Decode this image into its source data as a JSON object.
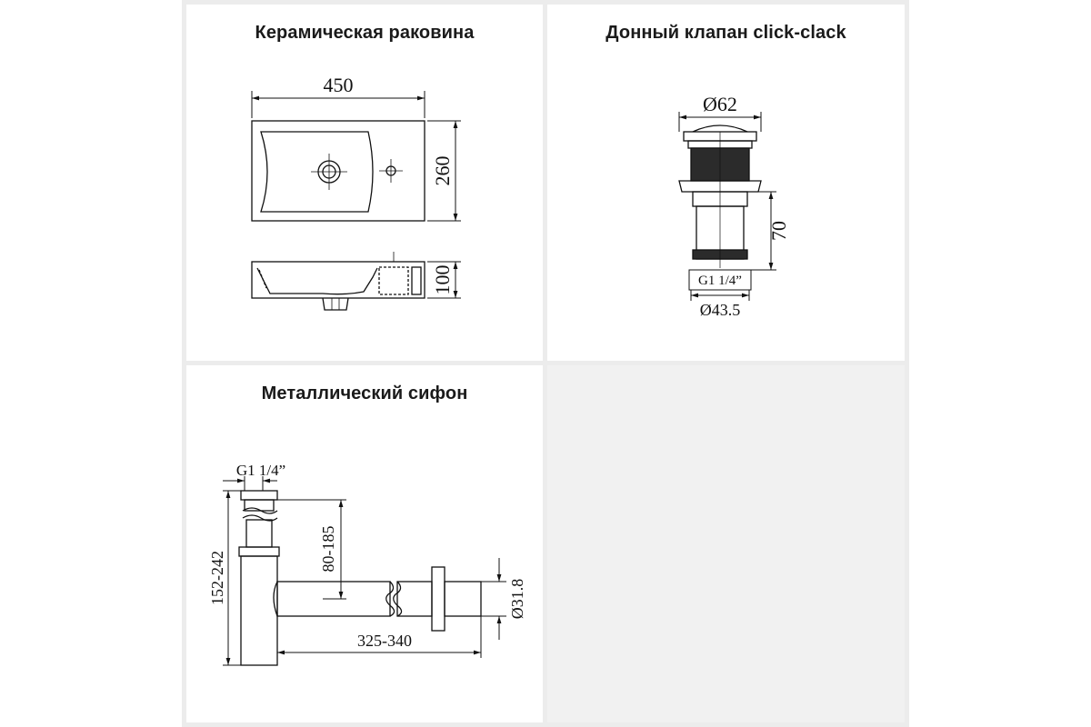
{
  "panels": {
    "sink": {
      "title": "Керамическая раковина",
      "dim_width": "450",
      "dim_depth": "260",
      "dim_height": "100"
    },
    "valve": {
      "title": "Донный клапан click-clack",
      "dim_cap": "Ø62",
      "dim_height": "70",
      "dim_thread": "G1 1/4”",
      "dim_base": "Ø43.5"
    },
    "siphon": {
      "title": "Металлический сифон",
      "dim_thread": "G1 1/4”",
      "dim_height": "152-242",
      "dim_vertical": "80-185",
      "dim_length": "325-340",
      "dim_pipe": "Ø31.8"
    }
  }
}
